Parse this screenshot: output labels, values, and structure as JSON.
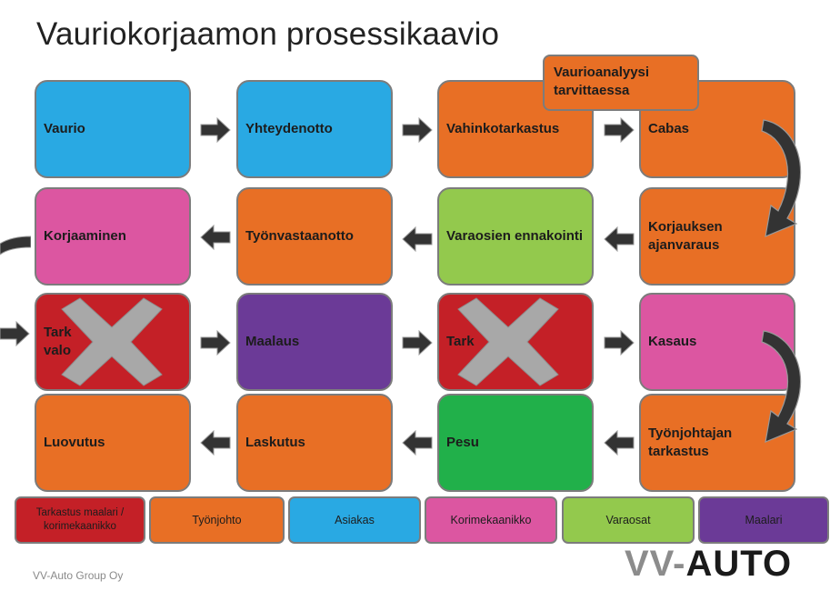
{
  "title": "Vauriokorjaamon prosessikaavio",
  "note": "Vaurioanalyysi tarvittaessa",
  "colors": {
    "asiakas": "#29a9e3",
    "tyonjohto": "#e86f25",
    "korimekaanikko": "#dc56a1",
    "varaosat": "#93c94d",
    "pesu": "#21b04a",
    "maalari": "#6b3a97",
    "tarkastus": "#c42027"
  },
  "steps": {
    "vaurio": "Vaurio",
    "yhteydenotto": "Yhteydenotto",
    "vahinkotarkastus": "Vahinkotarkastus",
    "cabas": "Cabas",
    "korjauksen_ajanvaraus": "Korjauksen ajanvaraus",
    "varaosien_ennakointi": "Varaosien ennakointi",
    "tyonvastaanotto": "Työnvastaanotto",
    "korjaaminen": "Korjaaminen",
    "tarkastus_1": "Tark valo",
    "maalaus": "Maalaus",
    "tarkastus_2": "Tark",
    "kasaus": "Kasaus",
    "tyonjohtajan_tarkastus": "Työnjohtajan tarkastus",
    "pesu": "Pesu",
    "laskutus": "Laskutus",
    "luovutus": "Luovutus"
  },
  "legend": [
    "Tarkastus maalari / korimekaanikko",
    "Työnjohto",
    "Asiakas",
    "Korimekaanikko",
    "Varaosat",
    "Maalari"
  ],
  "footer": "VV-Auto Group Oy",
  "logo": {
    "part1": "VV-",
    "part2": "AUTO"
  }
}
